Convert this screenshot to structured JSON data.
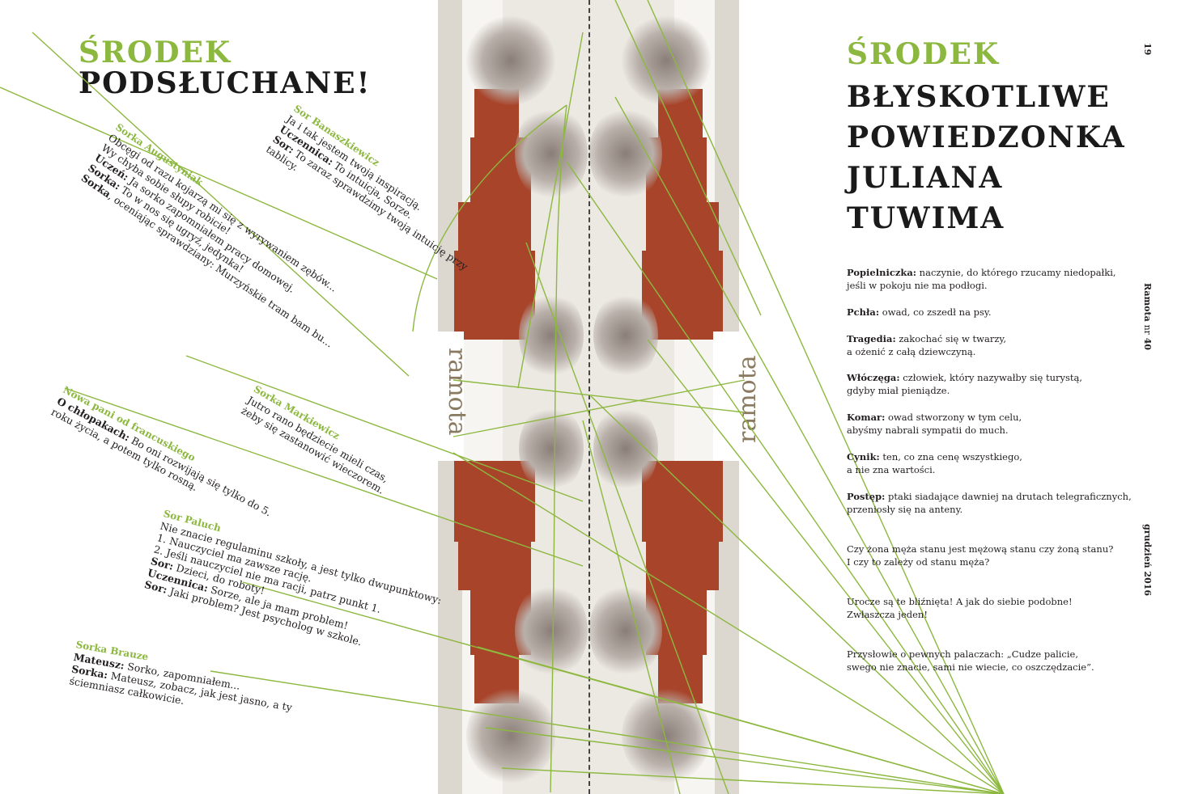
{
  "colors": {
    "accent_green": "#8cb83f",
    "roof_red": "#a8442a",
    "text": "#231f20"
  },
  "left_page": {
    "kicker": "ŚRODEK",
    "title": "PODSŁUCHANE!",
    "blocks": [
      {
        "who": "Sor Banaszkiewicz",
        "lines": [
          {
            "text": "Ja i tak jestem twoją inspiracją."
          },
          {
            "bold": "Uczennica:",
            "text": " To intuicja, Sorze."
          },
          {
            "bold": "Sor:",
            "text": " To zaraz sprawdzimy twoją intuicję przy"
          },
          {
            "text": "tablicy."
          }
        ]
      },
      {
        "who": "Sorka Augustyniak",
        "lines": [
          {
            "text": "Obcęgi od razu kojarzą mi się z wyrywaniem zębów..."
          },
          {
            "text": "Wy chyba sobie słupy robicie!"
          },
          {
            "bold": "Uczeń:",
            "text": " Ja sorko zapomniałem pracy domowej."
          },
          {
            "bold": "Sorka:",
            "text": " To w nos się ugryź, jedynka!"
          },
          {
            "bold": "Sorka",
            "text": ", oceniając sprawdziany: Murzyńskie tram bam bu..."
          }
        ]
      },
      {
        "who": "Sorka Markiewicz",
        "lines": [
          {
            "text": "Jutro rano będziecie mieli czas,"
          },
          {
            "text": "żeby się zastanowić wieczorem."
          }
        ]
      },
      {
        "who": "Nowa pani od francuskiego",
        "lines": [
          {
            "bold": "O chłopakach:",
            "text": " Bo oni rozwijają się tylko do 5."
          },
          {
            "text": "roku życia, a potem tylko rosną."
          }
        ]
      },
      {
        "who": "Sor Paluch",
        "lines": [
          {
            "text": "Nie znacie regulaminu szkoły, a jest tylko dwupunktowy:"
          },
          {
            "text": "1. Nauczyciel ma zawsze rację."
          },
          {
            "text": "2. Jeśli nauczyciel nie ma racji, patrz punkt 1."
          },
          {
            "bold": "Sor:",
            "text": " Dzieci, do roboty!"
          },
          {
            "bold": "Uczennica:",
            "text": " Sorze, ale ja mam problem!"
          },
          {
            "bold": "Sor:",
            "text": " Jaki problem? Jest psycholog w szkole."
          }
        ]
      },
      {
        "who": "Sorka Brauze",
        "lines": [
          {
            "bold": "Mateusz:",
            "text": " Sorko, zapomniałem..."
          },
          {
            "bold": "Sorka:",
            "text": " Mateusz, zobacz, jak jest jasno, a ty"
          },
          {
            "text": "ściemniasz całkowicie."
          }
        ]
      }
    ]
  },
  "photo": {
    "tab_label_left": "ramota",
    "tab_label_right": "ramota"
  },
  "right_page": {
    "kicker": "ŚRODEK",
    "title_lines": [
      "BŁYSKOTLIWE",
      "POWIEDZONKA",
      "JULIANA",
      "TUWIMA"
    ],
    "entries": [
      {
        "term": "Popielniczka:",
        "lines": [
          " naczynie, do którego rzucamy niedopałki,",
          "jeśli w pokoju nie ma podłogi."
        ]
      },
      {
        "term": "Pchła:",
        "lines": [
          " owad, co zszedł na psy."
        ]
      },
      {
        "term": "Tragedia:",
        "lines": [
          " zakochać się w twarzy,",
          "a ożenić z całą dziewczyną."
        ]
      },
      {
        "term": "Włóczęga:",
        "lines": [
          " człowiek, który nazywałby się turystą,",
          "gdyby miał pieniądze."
        ]
      },
      {
        "term": "Komar:",
        "lines": [
          " owad stworzony w tym celu,",
          "abyśmy nabrali sympatii do much."
        ]
      },
      {
        "term": "Cynik:",
        "lines": [
          " ten, co zna cenę wszystkiego,",
          "a nie zna wartości."
        ]
      },
      {
        "term": "Postęp:",
        "lines": [
          " ptaki siadające dawniej na drutach telegraficznych,",
          "przeniosły się na anteny."
        ]
      }
    ],
    "quotes": [
      [
        "Czy żona męża stanu jest mężową stanu czy żoną stanu?",
        "I czy to zależy od stanu męża?"
      ],
      [
        "Urocze są te bliźnięta! A jak do siebie podobne!",
        "Zwłaszcza jeden!"
      ],
      [
        "Przysłowie o pewnych palaczach: „Cudze palicie,",
        "swego nie znacie, sami nie wiecie, co oszczędzacie”."
      ]
    ],
    "sidebar": {
      "page_number": "19",
      "magazine": "Ramota",
      "issue_prefix": "nr",
      "issue_number": "40",
      "date": "grudzień 2016"
    }
  }
}
